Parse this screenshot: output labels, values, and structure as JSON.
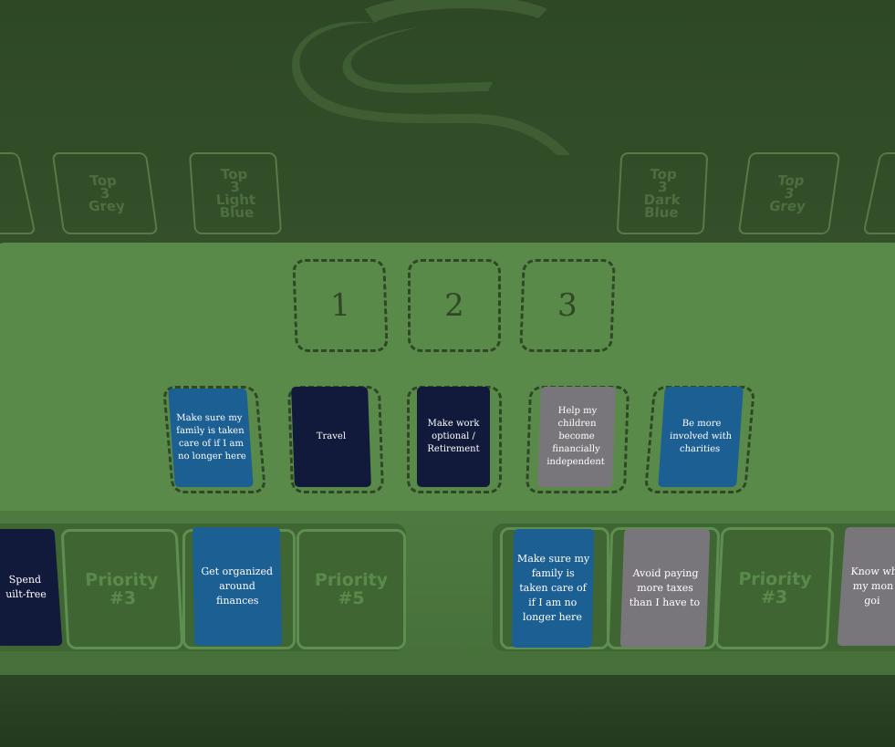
{
  "top_slots": [
    {
      "label": "Top\n3\nGrey"
    },
    {
      "label": "Top\n3\nLight\nBlue"
    },
    {
      "label": "Top\n3\nDark\nBlue"
    },
    {
      "label": "Top\n3\nGrey"
    }
  ],
  "rank_slots": [
    "1",
    "2",
    "3"
  ],
  "goal_cards": [
    {
      "text": "Make sure my family is taken care of if I am no longer here",
      "color": "blue"
    },
    {
      "text": "Travel",
      "color": "navy"
    },
    {
      "text": "Make work optional / Retirement",
      "color": "navy"
    },
    {
      "text": "Help my children become financially independent",
      "color": "grey"
    },
    {
      "text": "Be more involved with charities",
      "color": "blue"
    }
  ],
  "left_row": {
    "card1": "Spend\nuilt-free",
    "slot1": "Priority\n#3",
    "card2": "Get organized around finances",
    "slot2": "Priority\n#5"
  },
  "right_row": {
    "card1": "Make sure my family is taken care of if I am no longer here",
    "card2": "Avoid paying more taxes than I have to",
    "slot1": "Priority\n#3",
    "card3": "Know wh\nmy mon\ngoi"
  },
  "colors": {
    "blue": "#1c5f93",
    "navy": "#111a3a",
    "grey": "#78767b",
    "felt": "#5a8a4a"
  }
}
